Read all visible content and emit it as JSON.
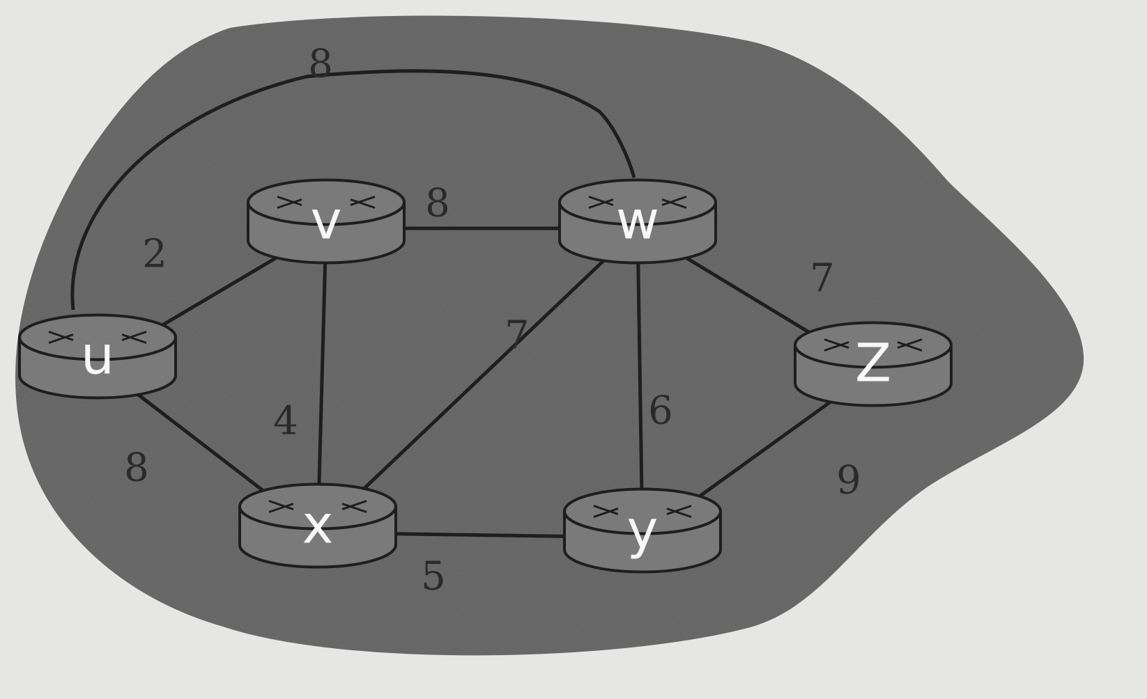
{
  "colors": {
    "paper": "#e6e6e4",
    "blob": "#6f6f6f",
    "router_body": "#7a7a7a",
    "outline": "#1e1e1e",
    "label": "#f7f7f7",
    "weight": "#2a2a2a"
  },
  "nodes": [
    {
      "id": "u",
      "label": "u"
    },
    {
      "id": "v",
      "label": "v"
    },
    {
      "id": "w",
      "label": "w"
    },
    {
      "id": "x",
      "label": "x"
    },
    {
      "id": "y",
      "label": "y"
    },
    {
      "id": "z",
      "label": "Z"
    }
  ],
  "edges": [
    {
      "from": "u",
      "to": "w",
      "weight": "8"
    },
    {
      "from": "u",
      "to": "v",
      "weight": "2"
    },
    {
      "from": "v",
      "to": "w",
      "weight": "8"
    },
    {
      "from": "u",
      "to": "x",
      "weight": "8"
    },
    {
      "from": "v",
      "to": "x",
      "weight": "4"
    },
    {
      "from": "w",
      "to": "x",
      "weight": "7"
    },
    {
      "from": "w",
      "to": "z",
      "weight": "7"
    },
    {
      "from": "w",
      "to": "y",
      "weight": "6"
    },
    {
      "from": "x",
      "to": "y",
      "weight": "5"
    },
    {
      "from": "y",
      "to": "z",
      "weight": "9"
    }
  ]
}
